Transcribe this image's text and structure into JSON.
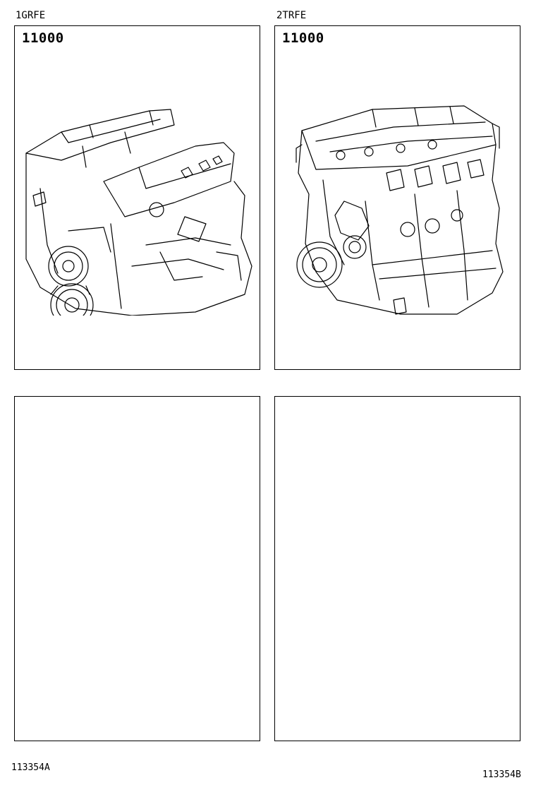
{
  "panels": [
    {
      "engine_code": "1GRFE",
      "part_number": "11000",
      "illustration": "v6-engine-assembly"
    },
    {
      "engine_code": "2TRFE",
      "part_number": "11000",
      "illustration": "inline4-engine-assembly"
    },
    {
      "engine_code": "",
      "part_number": "",
      "illustration": ""
    },
    {
      "engine_code": "",
      "part_number": "",
      "illustration": ""
    }
  ],
  "footer": {
    "left_code": "113354A",
    "right_code": "113354B"
  }
}
